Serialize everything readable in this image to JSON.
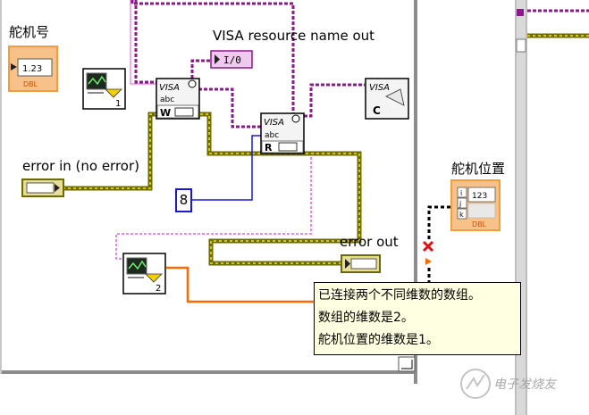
{
  "labels": {
    "rudder_number": "舵机号",
    "visa_resource_name_out": "VISA resource name out",
    "error_in": "error in (no error)",
    "error_out": "error out",
    "rudder_position": "舵机位置"
  },
  "terminals": {
    "rudder_number_value": "1.23",
    "rudder_number_type": "DBL",
    "rudder_position_value": "123",
    "rudder_position_type": "DBL",
    "resource_out_value": "I/0"
  },
  "nodes": {
    "visa_write": {
      "title": "VISA",
      "sub": "abc",
      "mode": "W"
    },
    "visa_read": {
      "title": "VISA",
      "sub": "abc",
      "mode": "R"
    },
    "visa_close": {
      "title": "VISA",
      "sub": "C"
    },
    "subvi_1_index": "1",
    "subvi_2_index": "2"
  },
  "constant_8": "8",
  "tooltip": {
    "line1": "已连接两个不同维数的数组。",
    "line2": "数组的维数是2。",
    "line3": "舵机位置的维数是1。"
  },
  "watermark": "电子发烧友",
  "colors": {
    "error_wire": "#6b6b00",
    "error_wire_light": "#d8c800",
    "visa_wire": "#8a1a8a",
    "visa_wire_light": "#e060e0",
    "number_wire": "#1a1ad6",
    "broken_wire": "#ff6a00",
    "tooltip_bg": "#ffffe1",
    "orange_terminal": "#f39c3c"
  }
}
